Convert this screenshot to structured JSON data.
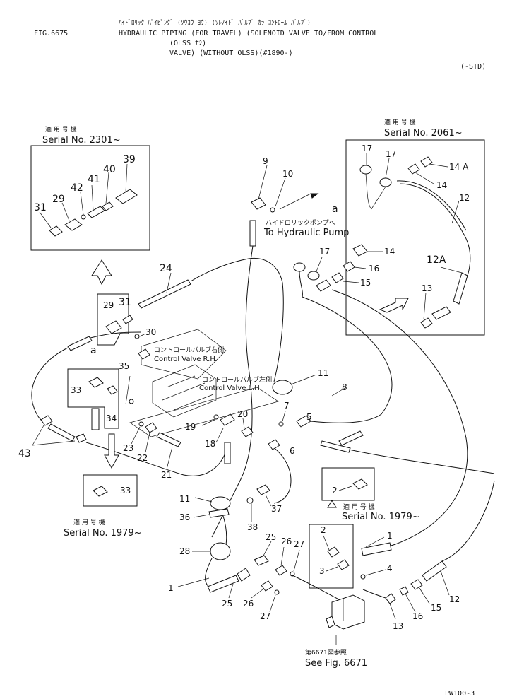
{
  "header": {
    "fig_no": "FIG.6675",
    "jp_title": "ﾊｲﾄﾞﾛﾘｯｸ ﾊﾟｲﾋﾟﾝｸﾞ (ｿｳｺｳ ﾖｳ) (ｿﾚﾉｲﾄﾞ ﾊﾞﾙﾌﾞ ｶﾗ ｺﾝﾄﾛｰﾙ ﾊﾞﾙﾌﾞ)",
    "title_line1": "HYDRAULIC PIPING (FOR TRAVEL) (SOLENOID VALVE TO/FROM CONTROL",
    "title_line2": "(OLSS ﾅｼ)",
    "title_line3": "VALVE) (WITHOUT OLSS)(#1890-)",
    "std": "(-STD)"
  },
  "callouts": {
    "box_left_top": {
      "jp": "適 用 号 機",
      "serial": "Serial No. 2301~"
    },
    "box_right_top": {
      "jp": "適 用 号 機",
      "serial": "Serial No. 2061~"
    },
    "box_left_bottom": {
      "jp": "適 用 号 機",
      "serial": "Serial No. 1979~"
    },
    "box_right_mid": {
      "jp": "適 用 号 機",
      "serial": "Serial No. 1979~"
    },
    "pump_jp": "ハイドロリックポンプへ",
    "pump_en": "To Hydraulic Pump",
    "cv_rh_jp": "コントロールバルブ右側",
    "cv_rh_en": "Control Valve R.H.",
    "cv_lh_jp": "コントロールバルブ左側",
    "cv_lh_en": "Control Valve L.H.",
    "see_fig_jp": "第6671図参照",
    "see_fig_en": "See Fig. 6671",
    "letter_a": "a"
  },
  "parts": {
    "p1": "1",
    "p2": "2",
    "p3": "3",
    "p4": "4",
    "p5": "5",
    "p6": "6",
    "p7": "7",
    "p8": "8",
    "p9": "9",
    "p10": "10",
    "p11": "11",
    "p12": "12",
    "p12a": "12A",
    "p13": "13",
    "p14": "14",
    "p14a": "14 A",
    "p15": "15",
    "p16": "16",
    "p17": "17",
    "p18": "18",
    "p19": "19",
    "p20": "20",
    "p21": "21",
    "p22": "22",
    "p23": "23",
    "p24": "24",
    "p25": "25",
    "p26": "26",
    "p27": "27",
    "p28": "28",
    "p29": "29",
    "p30": "30",
    "p31": "31",
    "p33": "33",
    "p34": "34",
    "p35": "35",
    "p36": "36",
    "p37": "37",
    "p38": "38",
    "p39": "39",
    "p40": "40",
    "p41": "41",
    "p42": "42",
    "p43": "43"
  },
  "footer": {
    "page_code": "PW100-3"
  }
}
